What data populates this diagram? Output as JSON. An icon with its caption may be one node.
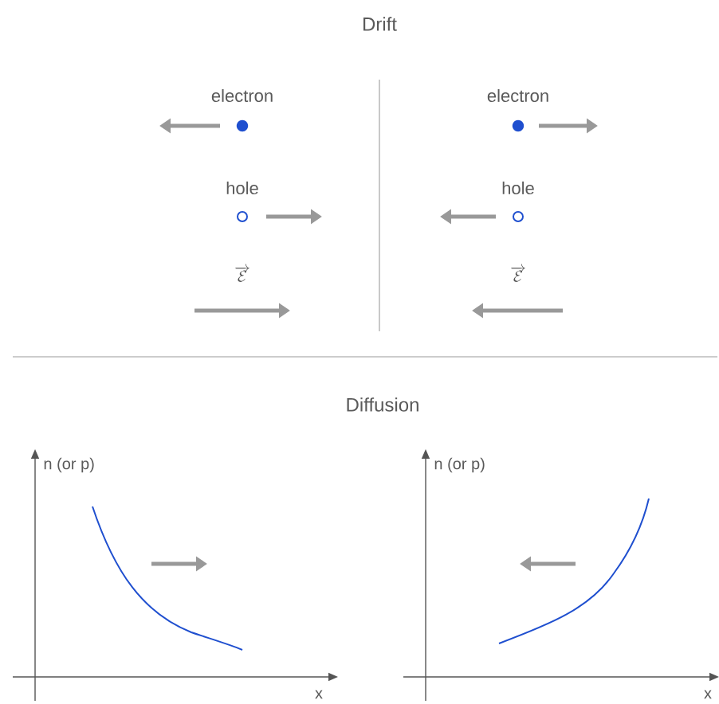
{
  "diagram": {
    "nodes": [
      {
        "text": [
          "electron"
        ]
      },
      {
        "text": [
          "hole"
        ]
      },
      {
        "text": [
          "electron"
        ]
      },
      {
        "text": [
          "hole"
        ]
      }
    ],
    "labels": [
      "Drift",
      "\\overrightarrow{\\mathcal{E}}",
      "\\overrightarrow{\\mathcal{E}}",
      "Diffusion",
      "n (or p)",
      "x",
      "n (or p)",
      "x"
    ]
  }
}
